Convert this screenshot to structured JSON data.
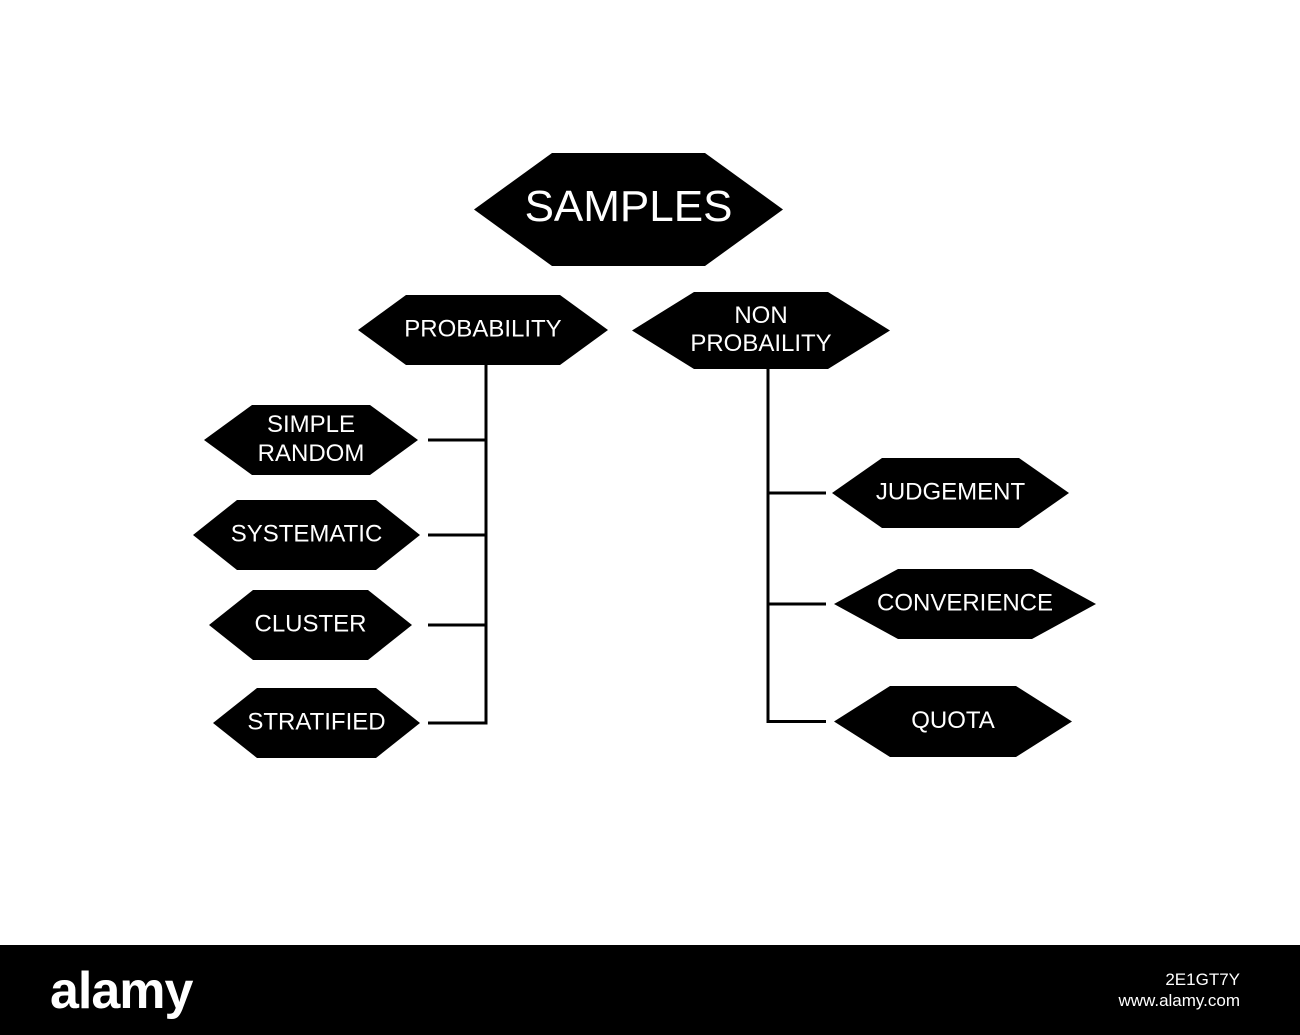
{
  "diagram": {
    "root": {
      "lines": [
        "SAMPLES"
      ]
    },
    "branches": [
      {
        "key": "probability",
        "lines": [
          "PROBABILITY"
        ],
        "children": [
          {
            "lines": [
              "SIMPLE",
              "RANDOM"
            ]
          },
          {
            "lines": [
              "SYSTEMATIC"
            ]
          },
          {
            "lines": [
              "CLUSTER"
            ]
          },
          {
            "lines": [
              "STRATIFIED"
            ]
          }
        ]
      },
      {
        "key": "non-probability",
        "lines": [
          "NON",
          "PROBAILITY"
        ],
        "children": [
          {
            "lines": [
              "JUDGEMENT"
            ]
          },
          {
            "lines": [
              "CONVERIENCE"
            ]
          },
          {
            "lines": [
              "QUOTA"
            ]
          }
        ]
      }
    ]
  },
  "footer": {
    "logo": "alamy",
    "image_id": "2E1GT7Y",
    "site": "www.alamy.com"
  }
}
